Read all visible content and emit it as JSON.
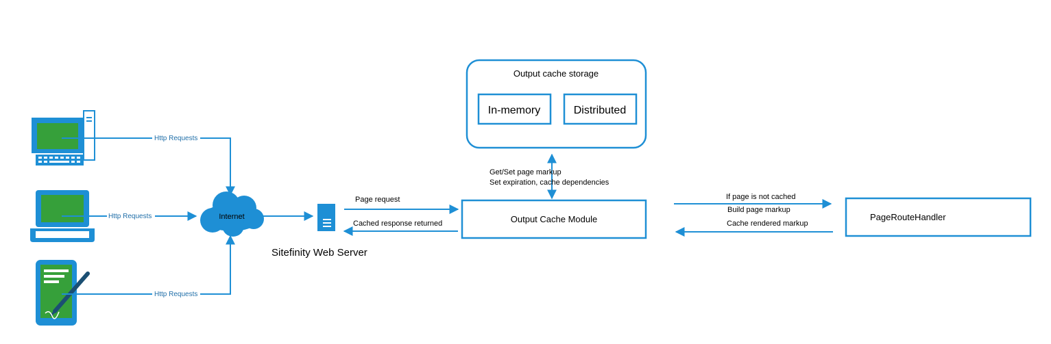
{
  "colors": {
    "line": "#1e8fd5",
    "screen": "#36a03a",
    "device_blue": "#1e8fd5",
    "text": "#000000",
    "link_text": "#1f6ea8"
  },
  "icons": [
    "desktop-computer-icon",
    "laptop-icon",
    "tablet-pen-icon",
    "cloud-icon",
    "server-icon"
  ],
  "clients": {
    "desktop_label": "Http Requests",
    "laptop_label": "Http Requests",
    "tablet_label": "Http Requests"
  },
  "internet": {
    "label": "Internet"
  },
  "web_server": {
    "label": "Sitefinity Web Server"
  },
  "server_links": {
    "request_label": "Page request",
    "response_label": "Cached response returned"
  },
  "storage": {
    "title": "Output cache storage",
    "in_memory": "In-memory",
    "distributed": "Distributed"
  },
  "storage_link": {
    "line1": "Get/Set page markup",
    "line2": "Set expiration, cache dependencies"
  },
  "output_cache_module": {
    "label": "Output Cache Module"
  },
  "handler_links": {
    "line1": "If page is not cached",
    "line2": "Build page markup",
    "line3": "Cache rendered markup"
  },
  "page_route_handler": {
    "label": "PageRouteHandler"
  }
}
